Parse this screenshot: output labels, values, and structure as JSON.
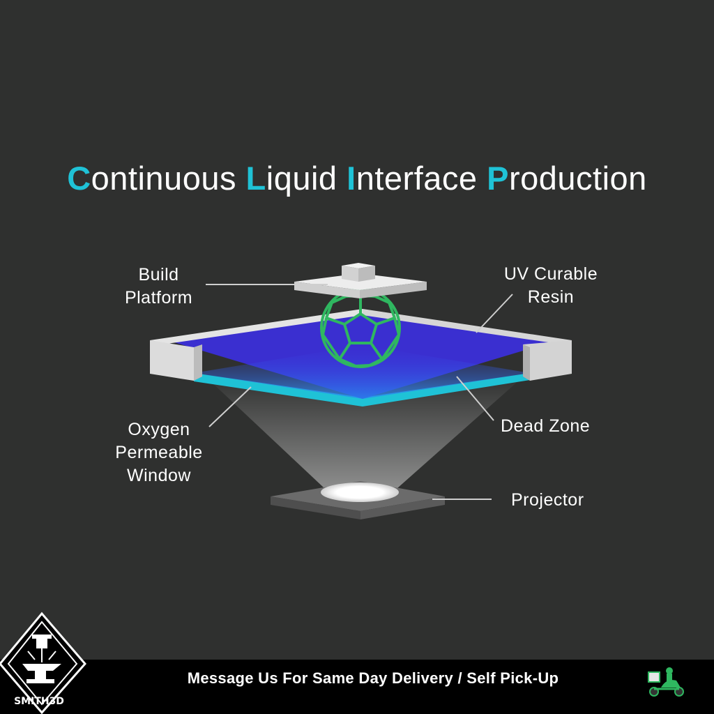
{
  "title": {
    "parts": [
      {
        "accent": "C",
        "rest": "ontinuous "
      },
      {
        "accent": "L",
        "rest": "iquid "
      },
      {
        "accent": "I",
        "rest": "nterface "
      },
      {
        "accent": "P",
        "rest": "roduction"
      }
    ]
  },
  "labels": {
    "build_platform": [
      "Build",
      "Platform"
    ],
    "uv_resin": [
      "UV Curable",
      "Resin"
    ],
    "oxygen_window": [
      "Oxygen",
      "Permeable",
      "Window"
    ],
    "dead_zone": [
      "Dead Zone"
    ],
    "projector": [
      "Projector"
    ]
  },
  "footer": {
    "text": "Message Us For Same Day Delivery / Self Pick-Up",
    "brand": "SMITH3D"
  },
  "colors": {
    "background": "#2f302f",
    "accent": "#1fc2d6",
    "resin": "#3a2fd0",
    "window": "#1fc2d6",
    "ball": "#2fb760"
  }
}
